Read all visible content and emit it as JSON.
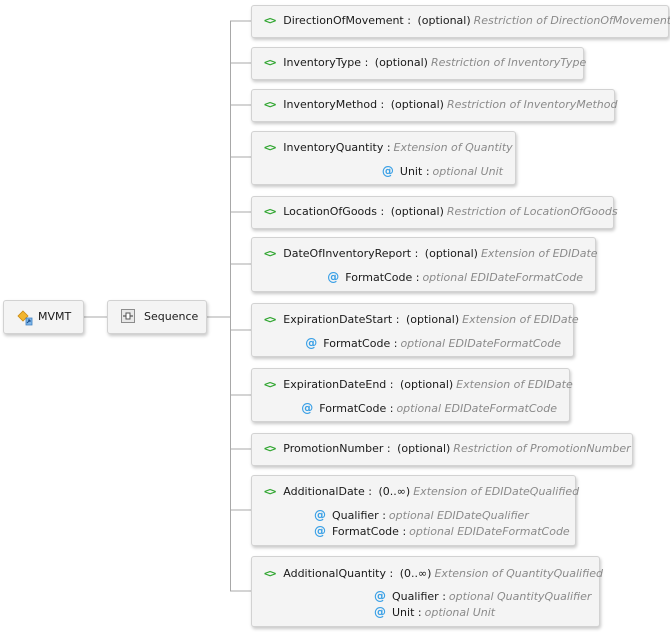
{
  "root": {
    "label": "MVMT"
  },
  "sequence": {
    "label": "Sequence"
  },
  "separator": ":",
  "elements": [
    {
      "name": "DirectionOfMovement",
      "cardinality": "(optional)",
      "type": "Restriction of DirectionOfMovement",
      "attributes": []
    },
    {
      "name": "InventoryType",
      "cardinality": "(optional)",
      "type": "Restriction of InventoryType",
      "attributes": []
    },
    {
      "name": "InventoryMethod",
      "cardinality": "(optional)",
      "type": "Restriction of InventoryMethod",
      "attributes": []
    },
    {
      "name": "InventoryQuantity",
      "cardinality": "",
      "type": "Extension of Quantity",
      "attributes": [
        {
          "name": "Unit",
          "type": "optional Unit"
        }
      ]
    },
    {
      "name": "LocationOfGoods",
      "cardinality": "(optional)",
      "type": "Restriction of LocationOfGoods",
      "attributes": []
    },
    {
      "name": "DateOfInventoryReport",
      "cardinality": "(optional)",
      "type": "Extension of EDIDate",
      "attributes": [
        {
          "name": "FormatCode",
          "type": "optional EDIDateFormatCode"
        }
      ]
    },
    {
      "name": "ExpirationDateStart",
      "cardinality": "(optional)",
      "type": "Extension of EDIDate",
      "attributes": [
        {
          "name": "FormatCode",
          "type": "optional EDIDateFormatCode"
        }
      ]
    },
    {
      "name": "ExpirationDateEnd",
      "cardinality": "(optional)",
      "type": "Extension of EDIDate",
      "attributes": [
        {
          "name": "FormatCode",
          "type": "optional EDIDateFormatCode"
        }
      ]
    },
    {
      "name": "PromotionNumber",
      "cardinality": "(optional)",
      "type": "Restriction of PromotionNumber",
      "attributes": []
    },
    {
      "name": "AdditionalDate",
      "cardinality": "(0..∞)",
      "type": "Extension of EDIDateQualified",
      "attributes": [
        {
          "name": "Qualifier",
          "type": "optional EDIDateQualifier"
        },
        {
          "name": "FormatCode",
          "type": "optional EDIDateFormatCode"
        }
      ]
    },
    {
      "name": "AdditionalQuantity",
      "cardinality": "(0..∞)",
      "type": "Extension of QuantityQualified",
      "attributes": [
        {
          "name": "Qualifier",
          "type": "optional QuantityQualifier"
        },
        {
          "name": "Unit",
          "type": "optional Unit"
        }
      ]
    }
  ]
}
